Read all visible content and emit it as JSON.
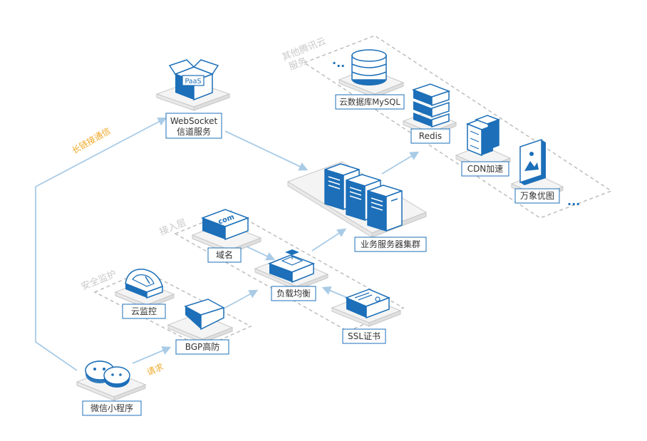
{
  "groups": {
    "other_cloud": "其他腾讯云服务",
    "access_layer": "接入层",
    "security": "安全监护"
  },
  "nodes": {
    "websocket": "WebSocket\n信道服务",
    "paas": "PaaS",
    "business_cluster": "业务服务器集群",
    "cloud_db": "云数据库MySQL",
    "redis": "Redis",
    "cdn": "CDN加速",
    "wanxiang": "万象优图",
    "domain": "域名",
    "domain_icon_text": ".com",
    "load_balancer": "负载均衡",
    "ssl": "SSL证书",
    "cloud_monitor": "云监控",
    "bgp": "BGP高防",
    "wechat": "微信小程序"
  },
  "edge_labels": {
    "long_link": "长链接通信",
    "request": "请求"
  },
  "ellipses": {
    "top": "·..",
    "bottom": "..."
  },
  "colors": {
    "primary": "#1c6fb8",
    "line": "#a9cbe6",
    "accent": "#f0a92a",
    "dash": "#bdbdbd",
    "group_label": "#c9c9c9"
  }
}
